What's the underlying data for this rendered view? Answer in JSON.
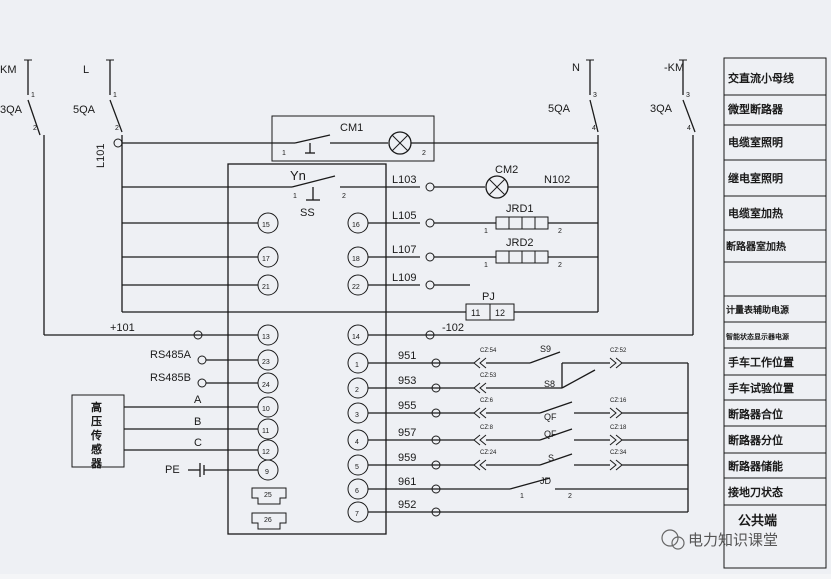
{
  "top_labels": {
    "km_left": "KM",
    "l": "L",
    "n": "N",
    "km_right": "-KM"
  },
  "breakers": {
    "qa3_left": "3QA",
    "qa5_left": "5QA",
    "qa5_right": "5QA",
    "qa3_right": "3QA",
    "pin1": "1",
    "pin2": "2",
    "pin3": "3",
    "pin4": "4"
  },
  "wire_l101": "L101",
  "cm1": {
    "label": "CM1",
    "pin1": "1",
    "pin2": "2"
  },
  "unit": {
    "yn": "Yn",
    "ss": "SS",
    "pin1": "1",
    "pin2": "2"
  },
  "terminals_left": [
    "15",
    "17",
    "21",
    "13",
    "23",
    "24",
    "10",
    "11",
    "12",
    "9",
    "25",
    "26"
  ],
  "terminals_right": [
    "16",
    "18",
    "22",
    "14",
    "1",
    "2",
    "3",
    "4",
    "5",
    "6",
    "7"
  ],
  "wires": {
    "l103": "L103",
    "l105": "L105",
    "l107": "L107",
    "l109": "L109",
    "n102": "N102",
    "plus101": "+101",
    "minus102": "-102",
    "rs485a": "RS485A",
    "rs485b": "RS485B",
    "pe": "PE",
    "w951": "951",
    "w953": "953",
    "w955": "955",
    "w957": "957",
    "w959": "959",
    "w961": "961",
    "w952": "952"
  },
  "components": {
    "cm2": "CM2",
    "jrd1": "JRD1",
    "jrd2": "JRD2",
    "pj": "PJ",
    "pj11": "11",
    "pj12": "12",
    "one": "1",
    "two": "2"
  },
  "sensor": {
    "line1": "高",
    "line2": "压",
    "line3": "传",
    "line4": "感",
    "line5": "器",
    "a": "A",
    "b": "B",
    "c": "C"
  },
  "contacts": {
    "cz54": "CZ:54",
    "cz52": "CZ:52",
    "cz53": "CZ:53",
    "cz6": "CZ:6",
    "cz16": "CZ:16",
    "cz8": "CZ:8",
    "cz18": "CZ:18",
    "cz24": "CZ:24",
    "cz34": "CZ:34",
    "s9": "S9",
    "s8": "S8",
    "qf1": "QF",
    "qf2": "QF",
    "s": "S",
    "jd": "JD"
  },
  "legend": [
    "交直流小母线",
    "微型断路器",
    "电缆室照明",
    "继电室照明",
    "电缆室加热",
    "断路器室加热",
    "",
    "计量表辅助电源",
    "智能状态显示器电源",
    "手车工作位置",
    "手车试验位置",
    "断路器合位",
    "断路器分位",
    "断路器储能",
    "接地刀状态",
    "公共端"
  ],
  "watermark": "电力知识课堂"
}
